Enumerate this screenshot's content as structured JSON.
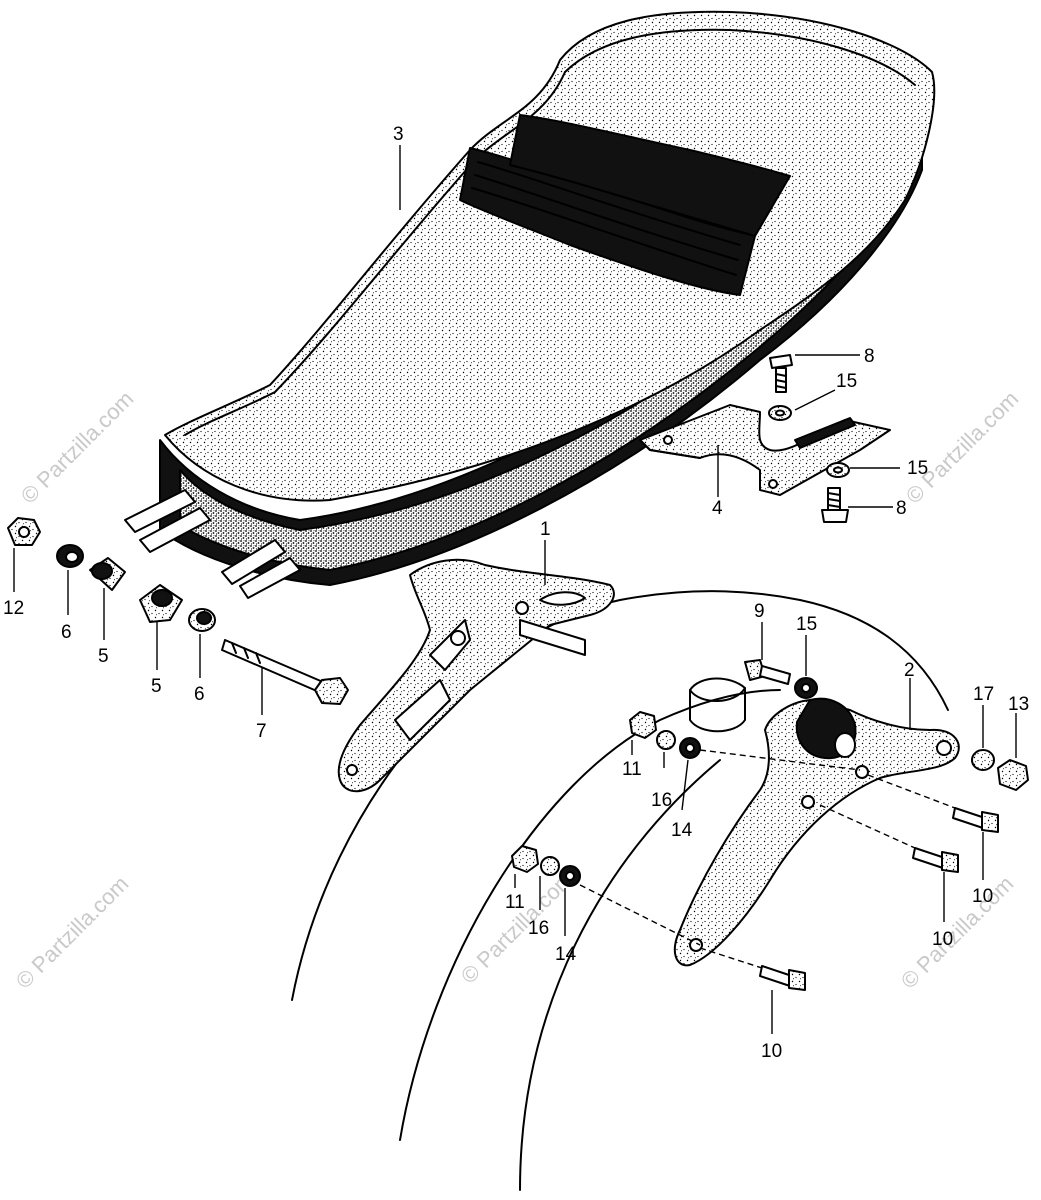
{
  "watermark": {
    "text": "© Partzilla.com",
    "color": "#c9c9c9"
  },
  "callouts": [
    {
      "id": "c1",
      "label": "1"
    },
    {
      "id": "c2",
      "label": "2"
    },
    {
      "id": "c3",
      "label": "3"
    },
    {
      "id": "c4",
      "label": "4"
    },
    {
      "id": "c5a",
      "label": "5"
    },
    {
      "id": "c5b",
      "label": "5"
    },
    {
      "id": "c6a",
      "label": "6"
    },
    {
      "id": "c6b",
      "label": "6"
    },
    {
      "id": "c7",
      "label": "7"
    },
    {
      "id": "c8a",
      "label": "8"
    },
    {
      "id": "c8b",
      "label": "8"
    },
    {
      "id": "c9",
      "label": "9"
    },
    {
      "id": "c10a",
      "label": "10"
    },
    {
      "id": "c10b",
      "label": "10"
    },
    {
      "id": "c10c",
      "label": "10"
    },
    {
      "id": "c11a",
      "label": "11"
    },
    {
      "id": "c11b",
      "label": "11"
    },
    {
      "id": "c12",
      "label": "12"
    },
    {
      "id": "c13",
      "label": "13"
    },
    {
      "id": "c14a",
      "label": "14"
    },
    {
      "id": "c14b",
      "label": "14"
    },
    {
      "id": "c15a",
      "label": "15"
    },
    {
      "id": "c15b",
      "label": "15"
    },
    {
      "id": "c15c",
      "label": "15"
    },
    {
      "id": "c16a",
      "label": "16"
    },
    {
      "id": "c16b",
      "label": "16"
    },
    {
      "id": "c17",
      "label": "17"
    }
  ]
}
